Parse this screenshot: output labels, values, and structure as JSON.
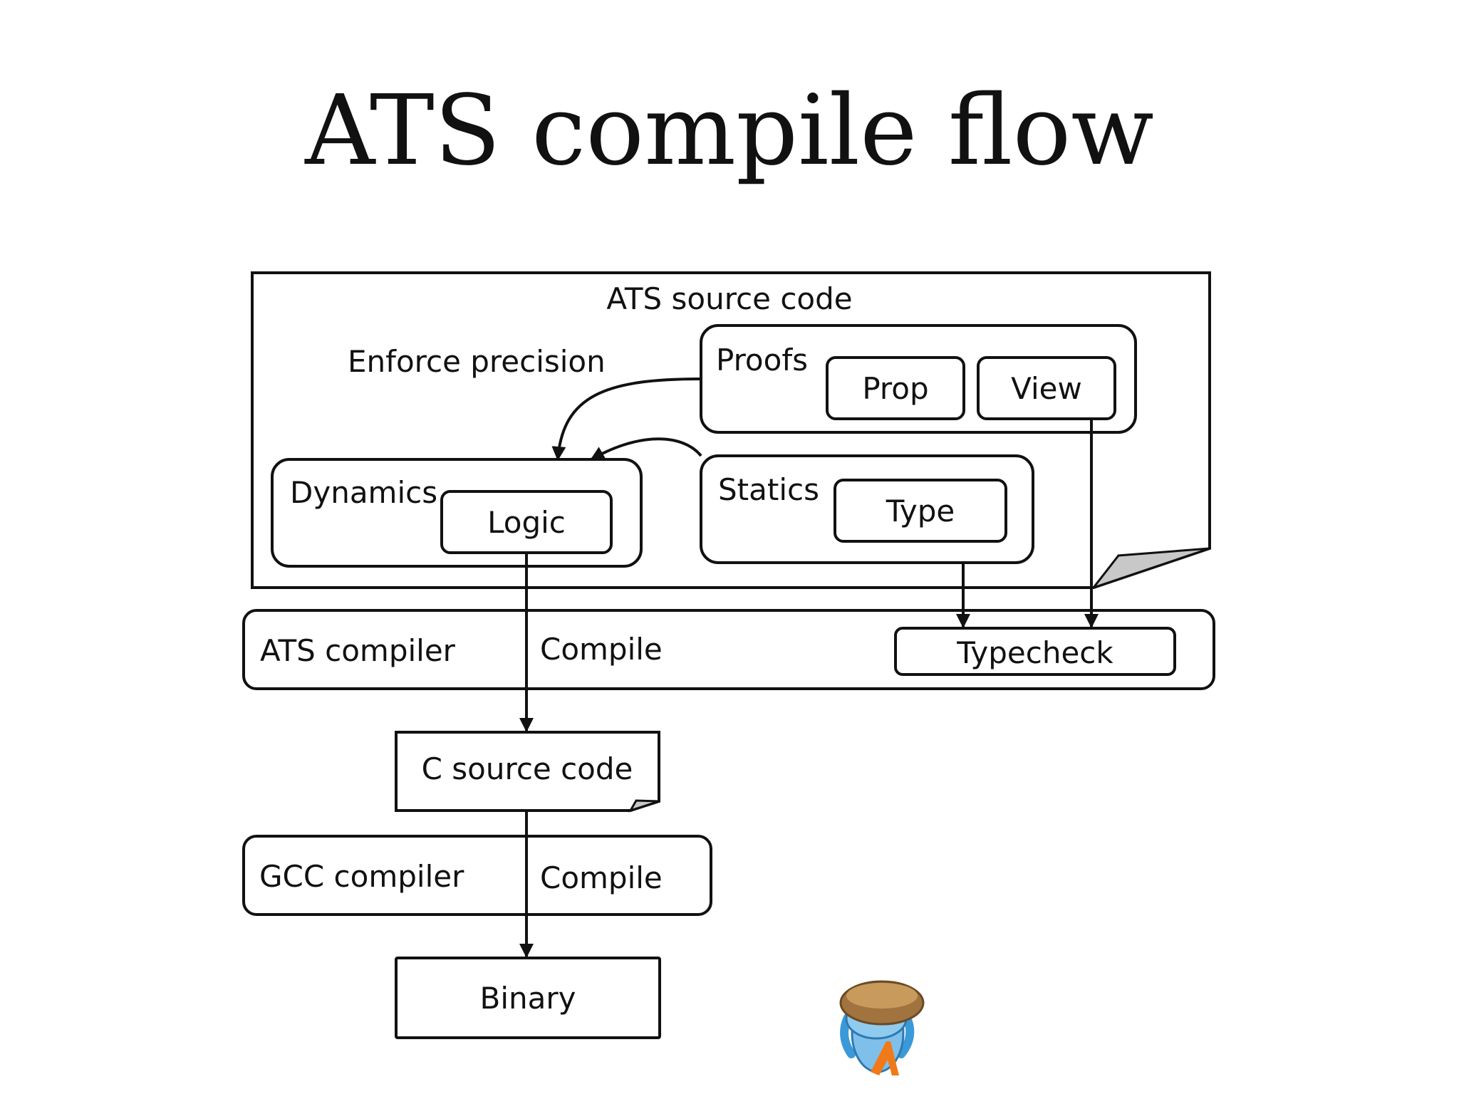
{
  "title": "ATS compile flow",
  "diagram": {
    "source_doc_label": "ATS source code",
    "enforce_label": "Enforce precision",
    "proofs_label": "Proofs",
    "prop_label": "Prop",
    "view_label": "View",
    "dynamics_label": "Dynamics",
    "logic_label": "Logic",
    "statics_label": "Statics",
    "type_label": "Type",
    "ats_compiler_label": "ATS compiler",
    "compile_label_1": "Compile",
    "typecheck_label": "Typecheck",
    "c_source_label": "C source code",
    "gcc_compiler_label": "GCC compiler",
    "compile_label_2": "Compile",
    "binary_label": "Binary"
  },
  "mascot": "ats-mascot-icon"
}
